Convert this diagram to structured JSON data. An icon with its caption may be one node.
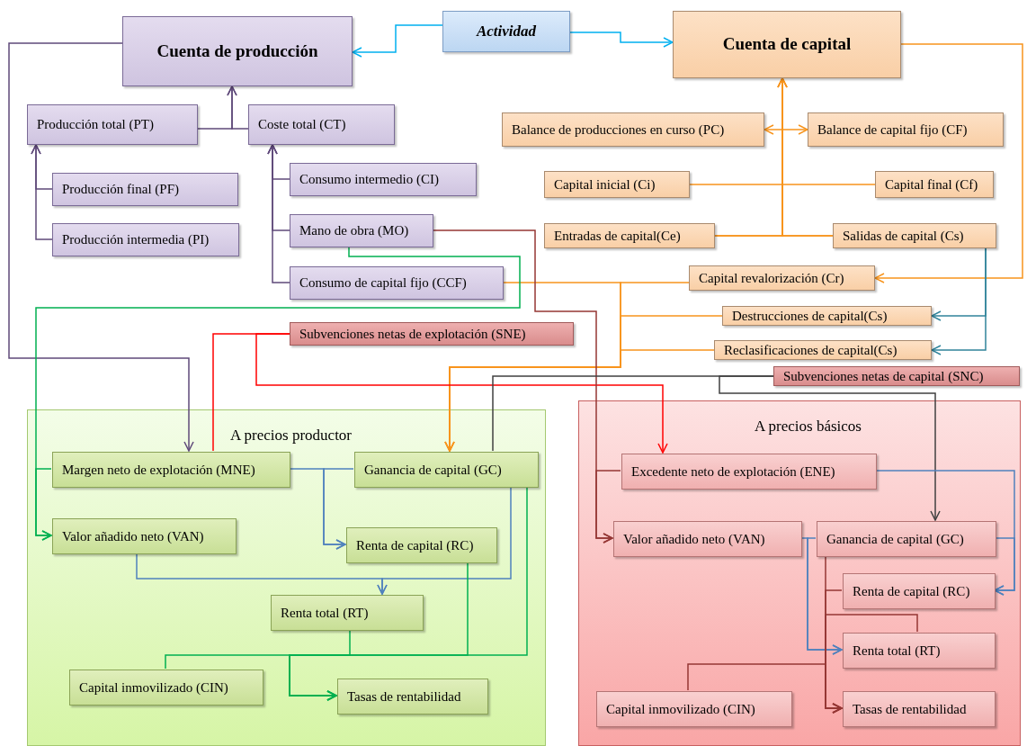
{
  "diagram": {
    "nodes": [
      {
        "text": [
          "Cuenta de producción"
        ]
      },
      {
        "text": [
          "Actividad"
        ]
      },
      {
        "text": [
          "Cuenta de capital"
        ]
      },
      {
        "text": [
          "Producción total (PT)"
        ]
      },
      {
        "text": [
          "Coste total (CT)"
        ]
      },
      {
        "text": [
          "Balance de producciones en curso (PC)"
        ]
      },
      {
        "text": [
          "Balance de capital fijo (CF)"
        ]
      },
      {
        "text": [
          "Producción final (PF)"
        ]
      },
      {
        "text": [
          "Consumo intermedio (CI)"
        ]
      },
      {
        "text": [
          "Capital inicial (Ci)"
        ]
      },
      {
        "text": [
          "Capital final (Cf)"
        ]
      },
      {
        "text": [
          "Producción intermedia (PI)"
        ]
      },
      {
        "text": [
          "Mano de obra (MO)"
        ]
      },
      {
        "text": [
          "Entradas de capital(Ce)"
        ]
      },
      {
        "text": [
          "Salidas de capital (Cs)"
        ]
      },
      {
        "text": [
          "Consumo de capital fijo (CCF)"
        ]
      },
      {
        "text": [
          "Capital revalorización (Cr)"
        ]
      },
      {
        "text": [
          "Destrucciones de capital(Cs)"
        ]
      },
      {
        "text": [
          "Subvenciones netas de explotación (SNE)"
        ]
      },
      {
        "text": [
          "Reclasificaciones de capital(Cs)"
        ]
      },
      {
        "text": [
          "Subvenciones netas de capital (SNC)"
        ]
      },
      {
        "text": [
          "A precios productor"
        ]
      },
      {
        "text": [
          "Margen neto de explotación (MNE)"
        ],
        "in": 21
      },
      {
        "text": [
          "Ganancia de capital (GC)"
        ],
        "in": 21
      },
      {
        "text": [
          "Valor añadido neto (VAN)"
        ],
        "in": 21
      },
      {
        "text": [
          "Renta de capital (RC)"
        ],
        "in": 21
      },
      {
        "text": [
          "Renta total (RT)"
        ],
        "in": 21
      },
      {
        "text": [
          "Capital inmovilizado (CIN)"
        ],
        "in": 21
      },
      {
        "text": [
          "Tasas de rentabilidad"
        ],
        "in": 21
      },
      {
        "text": [
          "A precios básicos"
        ]
      },
      {
        "text": [
          "Excedente neto de explotación (ENE)"
        ],
        "in": 29
      },
      {
        "text": [
          "Valor añadido neto (VAN)"
        ],
        "in": 29
      },
      {
        "text": [
          "Ganancia de capital (GC)"
        ],
        "in": 29
      },
      {
        "text": [
          "Renta de capital (RC)"
        ],
        "in": 29
      },
      {
        "text": [
          "Renta total (RT)"
        ],
        "in": 29
      },
      {
        "text": [
          "Capital inmovilizado (CIN)"
        ],
        "in": 29
      },
      {
        "text": [
          "Tasas de rentabilidad"
        ],
        "in": 29
      }
    ],
    "edges": [
      {
        "from": 1,
        "to": 0,
        "arrow": "to",
        "color": "#00b0f0"
      },
      {
        "from": 1,
        "to": 2,
        "arrow": "to",
        "color": "#00b0f0"
      },
      {
        "from": 3,
        "to": 0,
        "arrow": "to",
        "color": "#5f497a"
      },
      {
        "from": 4,
        "to": 0,
        "arrow": "to",
        "color": "#5f497a"
      },
      {
        "from": 7,
        "to": 3,
        "arrow": "to",
        "color": "#5f497a"
      },
      {
        "from": 11,
        "to": 3,
        "arrow": "to",
        "color": "#5f497a"
      },
      {
        "from": 8,
        "to": 4,
        "arrow": "to",
        "color": "#5f497a"
      },
      {
        "from": 12,
        "to": 4,
        "arrow": "to",
        "color": "#5f497a"
      },
      {
        "from": 15,
        "to": 4,
        "arrow": "to",
        "color": "#5f497a"
      },
      {
        "from": 0,
        "to": 22,
        "arrow": "to",
        "color": "#5f497a"
      },
      {
        "from": 9,
        "to": 2,
        "arrow": "to"
      },
      {
        "from": 10,
        "to": 2,
        "arrow": "to"
      },
      {
        "from": 13,
        "to": 2,
        "arrow": "to"
      },
      {
        "from": 14,
        "to": 2,
        "arrow": "to"
      },
      {
        "from": 13,
        "to": 5,
        "arrow": "to"
      },
      {
        "from": 14,
        "to": 6,
        "arrow": "to"
      },
      {
        "from": 2,
        "to": 16,
        "arrow": "to"
      },
      {
        "from": 15,
        "to": 23,
        "arrow": "to"
      },
      {
        "from": 16,
        "to": 23,
        "arrow": "to"
      },
      {
        "from": 17,
        "to": 23,
        "arrow": "to"
      },
      {
        "from": 19,
        "to": 23,
        "arrow": "to"
      },
      {
        "from": 14,
        "to": 17,
        "arrow": "to",
        "color": "#31849b"
      },
      {
        "from": 14,
        "to": 19,
        "arrow": "to",
        "color": "#31849b"
      },
      {
        "from": 12,
        "to": 24,
        "arrow": "to",
        "color": "#00b050"
      },
      {
        "from": 22,
        "to": 24,
        "arrow": "to",
        "color": "#00b050"
      },
      {
        "from": 18,
        "to": 22,
        "arrow": "none",
        "color": "#ff0000"
      },
      {
        "from": 18,
        "to": 30,
        "arrow": "to",
        "color": "#ff0000"
      },
      {
        "from": 12,
        "to": 31,
        "arrow": "to",
        "color": "#953735"
      },
      {
        "from": 30,
        "to": 31,
        "arrow": "to",
        "color": "#953735"
      },
      {
        "from": 20,
        "to": 23,
        "arrow": "none",
        "color": "#404040"
      },
      {
        "from": 20,
        "to": 32,
        "arrow": "to",
        "color": "#404040"
      },
      {
        "from": 22,
        "to": 25,
        "arrow": "to",
        "color": "#4f81bd"
      },
      {
        "from": 23,
        "to": 25,
        "arrow": "to",
        "color": "#4f81bd"
      },
      {
        "from": 24,
        "to": 26,
        "arrow": "to",
        "color": "#4f81bd"
      },
      {
        "from": 23,
        "to": 26,
        "arrow": "to",
        "color": "#4f81bd"
      },
      {
        "from": 26,
        "to": 28,
        "arrow": "to",
        "color": "#00b050"
      },
      {
        "from": 25,
        "to": 28,
        "arrow": "to",
        "color": "#00b050"
      },
      {
        "from": 23,
        "to": 28,
        "arrow": "to",
        "color": "#00b050"
      },
      {
        "from": 27,
        "to": 28,
        "arrow": "to",
        "color": "#00b050"
      },
      {
        "from": 30,
        "to": 33,
        "arrow": "to",
        "color": "#4f81bd"
      },
      {
        "from": 32,
        "to": 33,
        "arrow": "to",
        "color": "#4f81bd"
      },
      {
        "from": 31,
        "to": 34,
        "arrow": "to",
        "color": "#4f81bd"
      },
      {
        "from": 32,
        "to": 34,
        "arrow": "to",
        "color": "#4f81bd"
      },
      {
        "from": 32,
        "to": 36,
        "arrow": "to",
        "color": "#953735"
      },
      {
        "from": 33,
        "to": 36,
        "arrow": "to",
        "color": "#953735"
      },
      {
        "from": 34,
        "to": 36,
        "arrow": "to",
        "color": "#953735"
      },
      {
        "from": 35,
        "to": 36,
        "arrow": "to",
        "color": "#953735"
      }
    ]
  }
}
